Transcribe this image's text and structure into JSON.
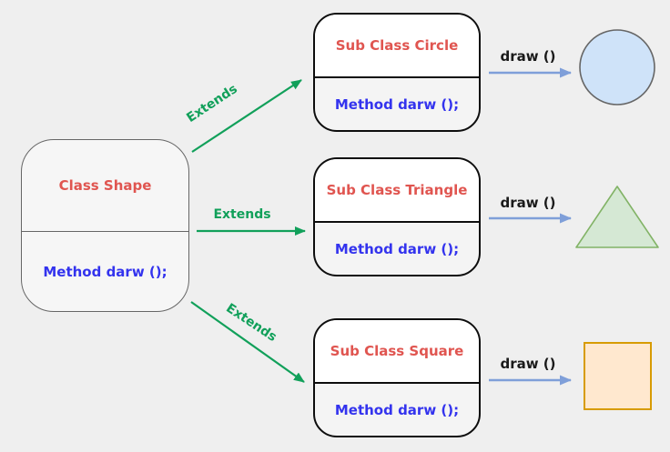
{
  "diagram": {
    "colors": {
      "canvas_bg": "#efefef",
      "class_title_red": "#e05550",
      "method_blue": "#3333ee",
      "extends_green": "#11a05a",
      "draw_arrow_blue": "#7f9fd9",
      "main_box_border": "#666666",
      "sub_box_border": "#0d0d0d",
      "draw_label_black": "#1a1a1a"
    },
    "main_class": {
      "title": "Class Shape",
      "method": "Method darw ();"
    },
    "subclasses": [
      {
        "title": "Sub Class Circle",
        "method": "Method darw ();",
        "shape": "circle",
        "shape_fill": "#cfe3f9",
        "shape_stroke": "#666666"
      },
      {
        "title": "Sub Class Triangle",
        "method": "Method darw ();",
        "shape": "triangle",
        "shape_fill": "#d5e8d4",
        "shape_stroke": "#82b366"
      },
      {
        "title": "Sub Class Square",
        "method": "Method darw ();",
        "shape": "square",
        "shape_fill": "#ffe8cf",
        "shape_stroke": "#d79b00"
      }
    ],
    "labels": {
      "extends": "Extends",
      "draw": "draw ()"
    }
  }
}
